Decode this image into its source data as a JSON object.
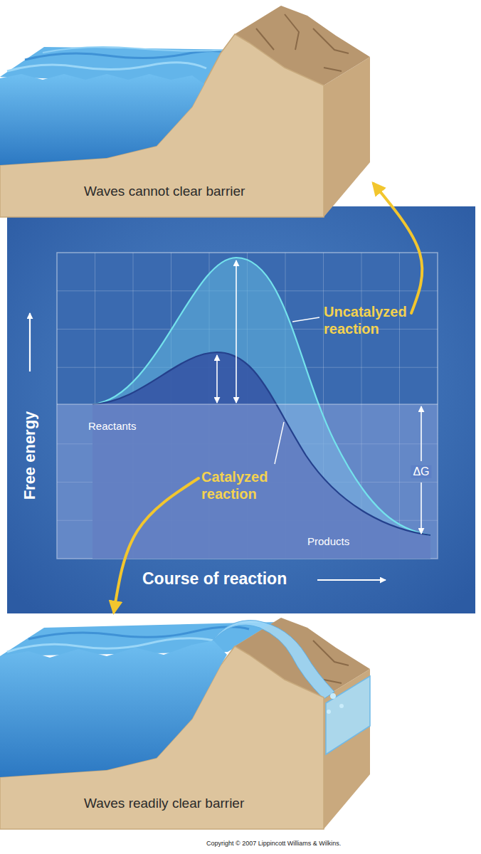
{
  "diagram": {
    "nodes": [
      {
        "text": [
          "Waves cannot clear barrier"
        ]
      },
      {
        "text": [
          "Uncatalyzed reaction"
        ]
      },
      {
        "text": [
          "Catalyzed reaction"
        ]
      },
      {
        "text": [
          "Waves readily clear barrier"
        ]
      }
    ],
    "edges": [
      {
        "from": 1,
        "to": 0,
        "arrow": "to"
      },
      {
        "from": 2,
        "to": 3,
        "arrow": "to"
      }
    ],
    "labels": [
      "Free energy",
      "Reactants",
      "ΔG",
      "Products",
      "Course of reaction",
      "Copyright © 2007 Lippincott Williams & Wilkins."
    ]
  }
}
